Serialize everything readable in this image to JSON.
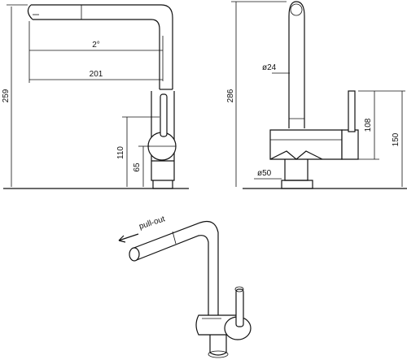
{
  "side_view": {
    "dim_height_total": "259",
    "dim_reach": "201",
    "dim_angle": "2°",
    "dim_body_height": "110",
    "dim_base_height": "65"
  },
  "front_view": {
    "dim_height_total": "286",
    "dim_spout_diameter": "ø24",
    "dim_base_diameter": "ø50",
    "dim_handle_height": "108",
    "dim_handle_top": "150"
  },
  "perspective_view": {
    "pull_out_label": "pull-out"
  }
}
